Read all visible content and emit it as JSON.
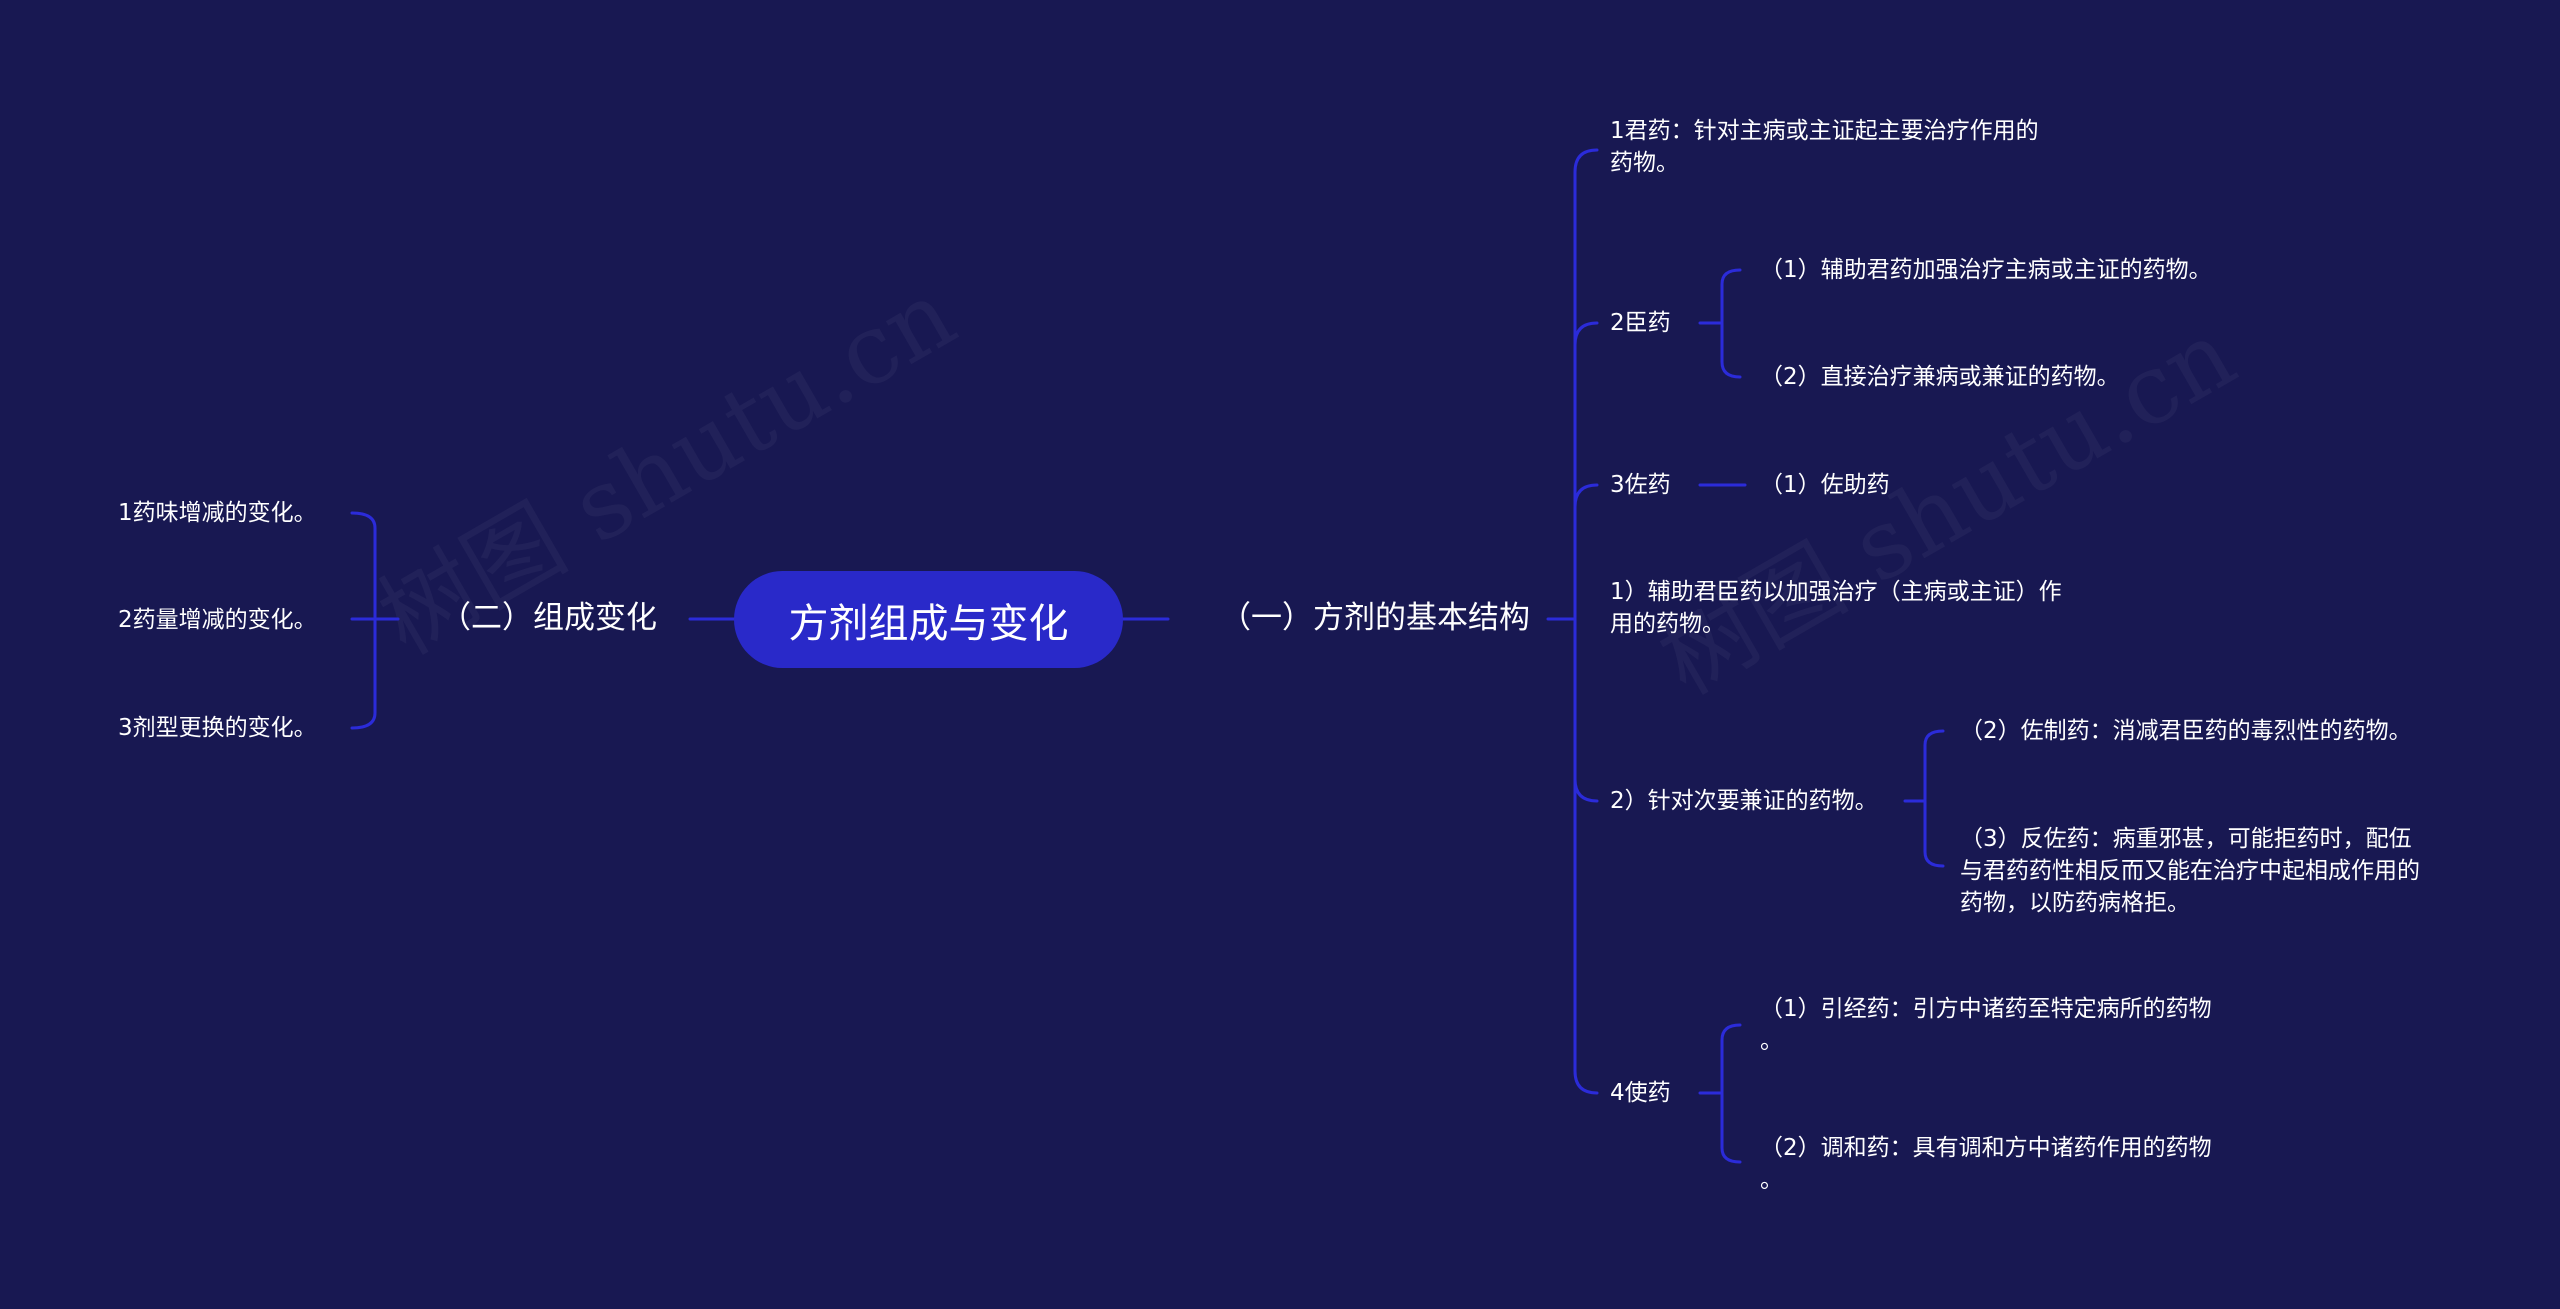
{
  "theme": {
    "background": "#181852",
    "line_color": "#2b2bd9",
    "root_fill": "#2929c9",
    "text_color": "#ffffff"
  },
  "watermark": {
    "text": "树图 shutu.cn"
  },
  "root": {
    "label": "方剂组成与变化"
  },
  "right_branch": {
    "label": "（一）方剂的基本结构",
    "children": [
      {
        "label": "1君药：针对主病或主证起主要治疗作用的\n药物。",
        "children": []
      },
      {
        "label": "2臣药",
        "children": [
          {
            "label": "（1）辅助君药加强治疗主病或主证的药物。"
          },
          {
            "label": "（2）直接治疗兼病或兼证的药物。"
          }
        ]
      },
      {
        "label": "3佐药",
        "children": [
          {
            "label": "（1）佐助药"
          }
        ]
      },
      {
        "label": "1）辅助君臣药以加强治疗（主病或主证）作\n用的药物。",
        "children": []
      },
      {
        "label": "2）针对次要兼证的药物。",
        "children": [
          {
            "label": "（2）佐制药：消减君臣药的毒烈性的药物。"
          },
          {
            "label": "（3）反佐药：病重邪甚，可能拒药时，配伍\n与君药药性相反而又能在治疗中起相成作用的\n药物，以防药病格拒。"
          }
        ]
      },
      {
        "label": "4使药",
        "children": [
          {
            "label": "（1）引经药：引方中诸药至特定病所的药物\n。"
          },
          {
            "label": "（2）调和药：具有调和方中诸药作用的药物\n。"
          }
        ]
      }
    ]
  },
  "left_branch": {
    "label": "（二）组成变化",
    "children": [
      {
        "label": "1药味增减的变化。"
      },
      {
        "label": "2药量增减的变化。"
      },
      {
        "label": "3剂型更换的变化。"
      }
    ]
  }
}
